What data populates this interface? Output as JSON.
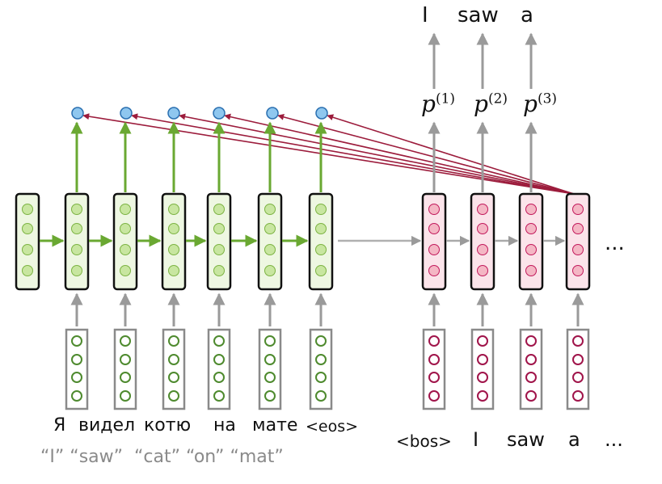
{
  "source_tokens": [
    "Я",
    "видел",
    "котю",
    "на",
    "мате",
    "<eos>"
  ],
  "source_gloss": [
    "“I”",
    "“saw”",
    "“cat”",
    "“on”",
    "“mat”"
  ],
  "target_inputs": [
    "<bos>",
    "I",
    "saw",
    "a",
    "..."
  ],
  "outputs": [
    "I",
    "saw",
    "a"
  ],
  "probabilities": [
    {
      "symbol": "p",
      "index": "(1)"
    },
    {
      "symbol": "p",
      "index": "(2)"
    },
    {
      "symbol": "p",
      "index": "(3)"
    }
  ],
  "decoder_ellipsis": "...",
  "colors": {
    "encoder_fill": "#eef7e2",
    "encoder_dot": "#c8e6a0",
    "encoder_dot_stroke": "#7cb342",
    "encoder_arrow": "#6aa832",
    "decoder_fill": "#fbe4ea",
    "decoder_dot": "#f4b6c4",
    "decoder_dot_stroke": "#c2185b",
    "embed_dot_green": "#4e8a2e",
    "embed_dot_red": "#a0144a",
    "attention_line": "#9c1c3c",
    "attention_node": "#8fc7ef",
    "attention_node_stroke": "#2a6fb0",
    "gray_arrow": "#9a9a9a"
  }
}
